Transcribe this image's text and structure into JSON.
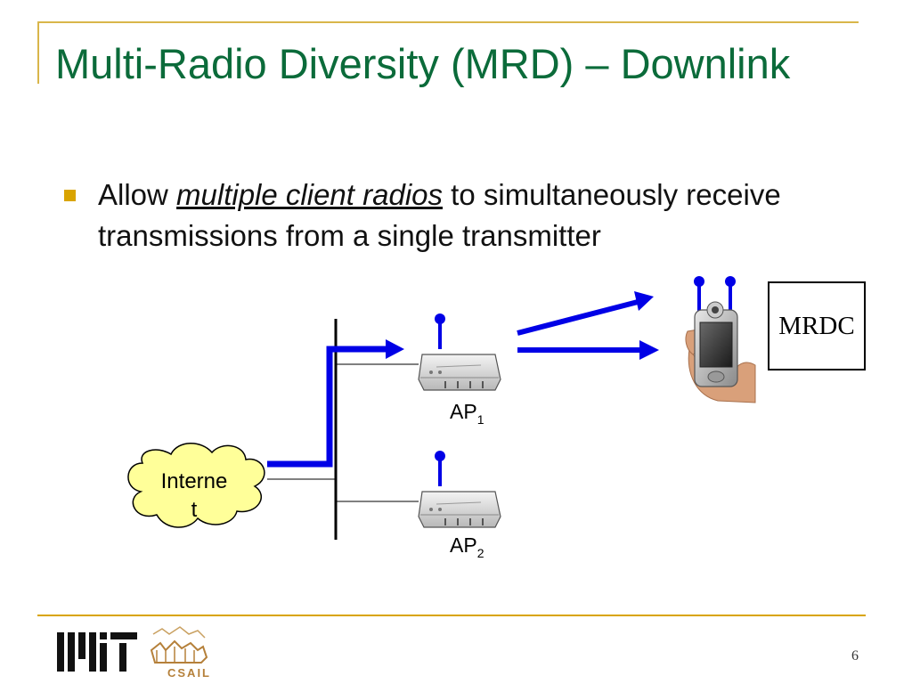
{
  "slide": {
    "title": "Multi-Radio Diversity (MRD) – Downlink",
    "bullet": {
      "prefix": "Allow",
      "emphasis": "multiple client radios",
      "suffix": "to simultaneously receive transmissions from a single transmitter"
    },
    "page_number": "6"
  },
  "diagram": {
    "internet_label_line1": "Interne",
    "internet_label_line2": "t",
    "ap1_main": "AP",
    "ap1_sub": "1",
    "ap2_main": "AP",
    "ap2_sub": "2",
    "client_label": "MRDC"
  },
  "colors": {
    "title": "#0b6b3a",
    "accent": "#d9a400",
    "arrow": "#0000e6",
    "cloud": "#ffff99"
  },
  "footer": {
    "logos": [
      "mit-logo-icon",
      "csail-logo-icon"
    ],
    "csail_text": "CSAIL"
  }
}
